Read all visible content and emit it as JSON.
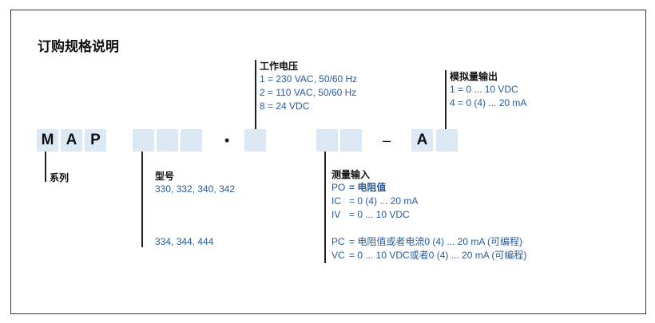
{
  "title": "订购规格说明",
  "code_boxes": [
    "M",
    "A",
    "P",
    "",
    "",
    "",
    "",
    "",
    "",
    "A",
    ""
  ],
  "separators": {
    "dot": "•",
    "dash": "–"
  },
  "series": {
    "heading": "系列"
  },
  "model": {
    "heading": "型号",
    "line1": "330, 332, 340, 342",
    "line2": "334, 344, 444"
  },
  "voltage": {
    "heading": "工作电压",
    "options": [
      "1 = 230 VAC, 50/60 Hz",
      "2 = 110 VAC, 50/60 Hz",
      "8 = 24 VDC"
    ]
  },
  "analog_output": {
    "heading": "模拟量输出",
    "options": [
      "1 = 0 ... 10 VDC",
      "4 = 0 (4) ... 20 mA"
    ]
  },
  "measurement_input": {
    "heading": "测量输入",
    "options": [
      {
        "code": "PO",
        "value": "= 电阻值"
      },
      {
        "code": "IC",
        "value": "= 0 (4) ... 20 mA"
      },
      {
        "code": "IV",
        "value": "= 0 ... 10 VDC"
      },
      {
        "code": "PC",
        "value": "= 电阻值或者电流0 (4) ... 20 mA (可编程)"
      },
      {
        "code": "VC",
        "value": "= 0 ... 10 VDC或者0 (4) ... 20 mA (可编程)"
      }
    ]
  }
}
